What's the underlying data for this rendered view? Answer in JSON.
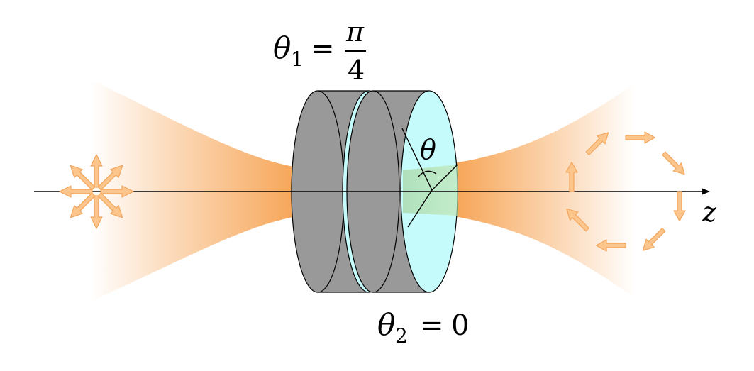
{
  "labels": {
    "theta1_symbol": "θ",
    "theta1_sub": "1",
    "theta1_eq": "=",
    "theta1_num": "π",
    "theta1_den": "4",
    "theta2_symbol": "θ",
    "theta2_sub": "2",
    "theta2_eq": "=",
    "theta2_val": "0",
    "theta_angle": "θ",
    "axis_label": "z"
  },
  "colors": {
    "beam": "#f6a04d",
    "arrow_fill": "#fbc58c",
    "arrow_stroke": "#f3a55a",
    "plate_gray": "#999999",
    "plate_face": "#c6fbfb",
    "outline": "#000000"
  },
  "icons": {
    "input_polarization": "radial-polarization-arrows-icon",
    "output_polarization": "circular-polarization-arrows-icon"
  }
}
